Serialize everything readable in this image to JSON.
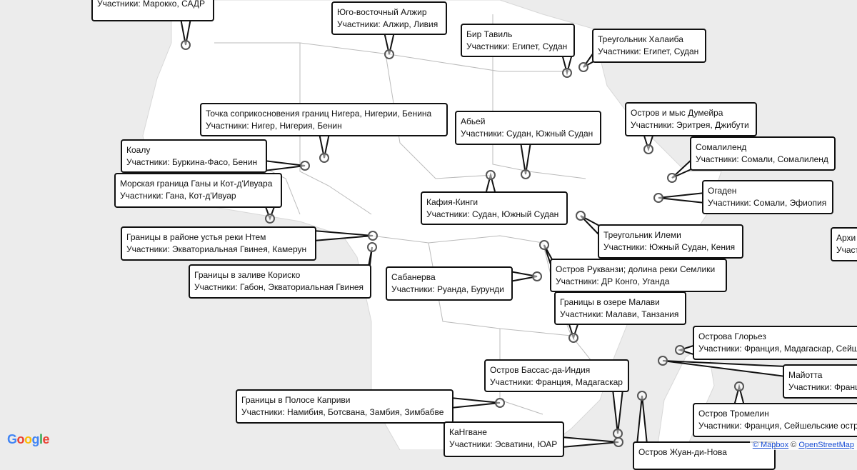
{
  "callouts": [
    {
      "title": "",
      "participants": "Участники: Марокко, САДР"
    },
    {
      "title": "Юго-восточный Алжир",
      "participants": "Участники: Алжир, Ливия"
    },
    {
      "title": "Бир Тавиль",
      "participants": "Участники: Египет, Судан"
    },
    {
      "title": "Треугольник Халаиба",
      "participants": "Участники: Египет, Судан"
    },
    {
      "title": "Остров и мыс Думейра",
      "participants": "Участники: Эритрея, Джибути"
    },
    {
      "title": "Абьей",
      "participants": "Участники: Судан, Южный Судан"
    },
    {
      "title": "Точка соприкосновения границ Нигера, Нигерии, Бенина",
      "participants": "Участники: Нигер, Нигерия, Бенин"
    },
    {
      "title": "Коалу",
      "participants": "Участники: Буркина-Фасо, Бенин"
    },
    {
      "title": "Сомалиленд",
      "participants": "Участники: Сомали, Сомалиленд"
    },
    {
      "title": "Огаден",
      "participants": "Участники: Сомали, Эфиопия"
    },
    {
      "title": "Морская граница Ганы и Кот-д'Ивуара",
      "participants": "Участники: Гана, Кот-д'Ивуар"
    },
    {
      "title": "Кафия-Кинги",
      "participants": "Участники: Судан, Южный Судан"
    },
    {
      "title": "Треугольник Илеми",
      "participants": "Участники: Южный Судан, Кения"
    },
    {
      "title": "Архи",
      "participants": "Участ"
    },
    {
      "title": "Границы в районе устья реки Нтем",
      "participants": "Участники: Экваториальная Гвинея, Камерун"
    },
    {
      "title": "Границы в заливе Кориско",
      "participants": "Участники: Габон, Экваториальная Гвинея"
    },
    {
      "title": "Сабанерва",
      "participants": "Участники: Руанда, Бурунди"
    },
    {
      "title": "Остров Рукванзи; долина реки Семлики",
      "participants": "Участники: ДР Конго, Уганда"
    },
    {
      "title": "Границы в озере Малави",
      "participants": "Участники: Малави, Танзания"
    },
    {
      "title": "Острова Глорьез",
      "participants": "Участники: Франция, Мадагаскар, Сейшельские острова"
    },
    {
      "title": "Майотта",
      "participants": "Участники: Франция"
    },
    {
      "title": "Остров Бассас-да-Индия",
      "participants": "Участники: Франция, Мадагаскар"
    },
    {
      "title": "Границы в Полосе Каприви",
      "participants": "Участники: Намибия, Ботсвана, Замбия, Зимбабве"
    },
    {
      "title": "КаНгване",
      "participants": "Участники: Эсватини, ЮАР"
    },
    {
      "title": "Остров Тромелин",
      "participants": "Участники: Франция, Сейшельские острова"
    },
    {
      "title": "Остров Жуан-ди-Нова",
      "participants": ""
    }
  ],
  "logo": "Google",
  "attribution": {
    "mapbox": "© Mapbox",
    "sep": " © ",
    "osm": "OpenStreetMap"
  },
  "colors": {
    "sea": "#ececec",
    "land": "#ffffff",
    "border": "#b5b5b5",
    "marker": "#555555"
  }
}
